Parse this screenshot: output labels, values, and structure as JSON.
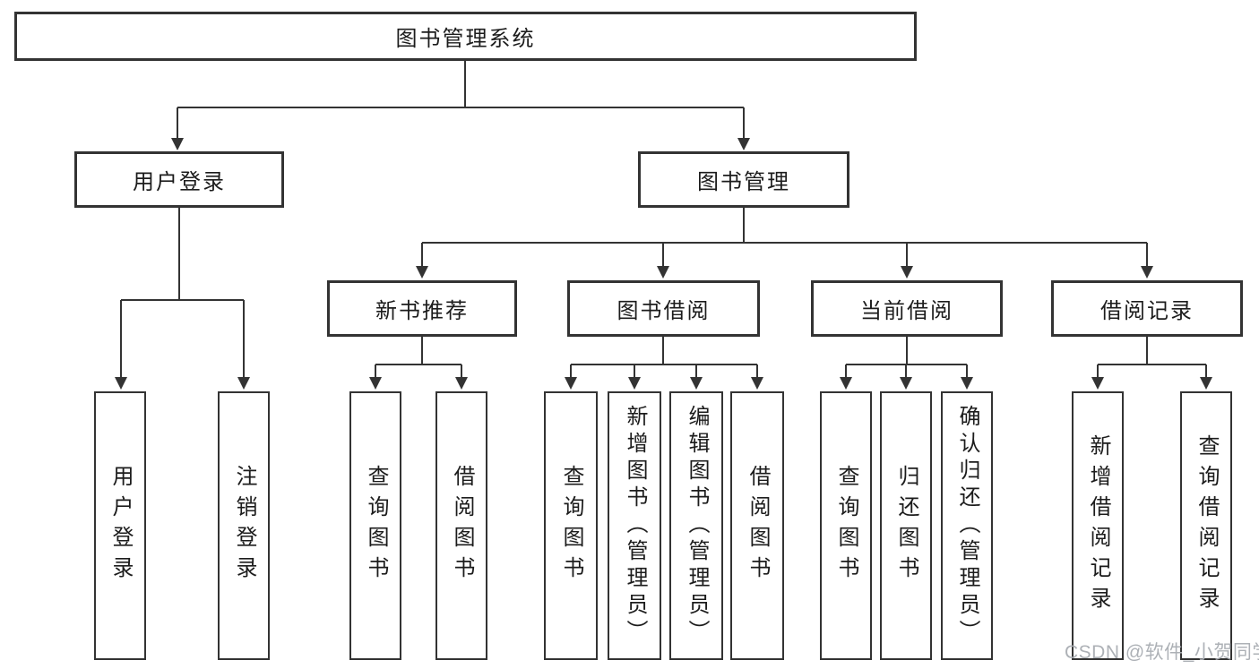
{
  "diagram": {
    "root": {
      "label": "图书管理系统"
    },
    "level2": [
      {
        "label": "用户登录"
      },
      {
        "label": "图书管理"
      }
    ],
    "level3": [
      {
        "label": "新书推荐"
      },
      {
        "label": "图书借阅"
      },
      {
        "label": "当前借阅"
      },
      {
        "label": "借阅记录"
      }
    ],
    "leaves": {
      "user_login": [
        {
          "label": "用户登录"
        },
        {
          "label": "注销登录"
        }
      ],
      "new_book_recommend": [
        {
          "label": "查询图书"
        },
        {
          "label": "借阅图书"
        }
      ],
      "book_borrow": [
        {
          "label": "查询图书"
        },
        {
          "label": "新增图书（管理员）"
        },
        {
          "label": "编辑图书（管理员）"
        },
        {
          "label": "借阅图书"
        }
      ],
      "current_borrow": [
        {
          "label": "查询图书"
        },
        {
          "label": "归还图书"
        },
        {
          "label": "确认归还（管理员）"
        }
      ],
      "borrow_record": [
        {
          "label": "新增借阅记录"
        },
        {
          "label": "查询借阅记录"
        }
      ]
    }
  },
  "watermark": {
    "text": "CSDN @软件_小贺同学"
  },
  "colors": {
    "line": "#333333",
    "border": "#333333",
    "text": "#1c1c1c",
    "background": "#ffffff",
    "watermark": "#a9adb3"
  }
}
